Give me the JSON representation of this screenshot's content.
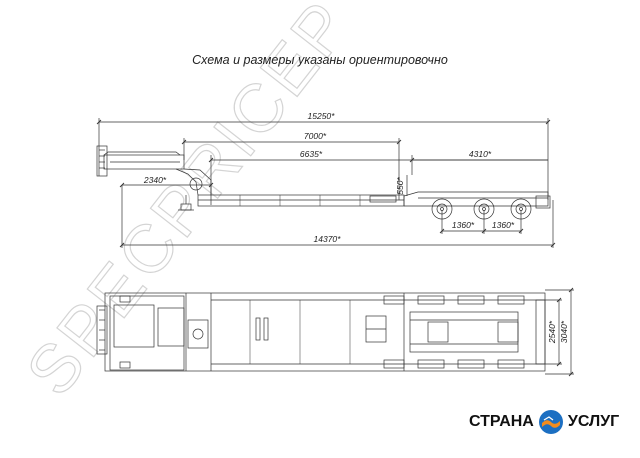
{
  "caption": "Схема и размеры указаны ориентировочно",
  "watermark": "SPECPRICEP",
  "dimensions": {
    "overall_top": "15250*",
    "deck_length": "7000*",
    "platform": "6635*",
    "rear_section": "4310*",
    "gooseneck": "2340*",
    "deck_height": "550*",
    "axle_spacing_1": "1360*",
    "axle_spacing_2": "1360*",
    "overall_bottom": "14370*",
    "inner_width": "2540*",
    "outer_width": "3040*"
  },
  "logo": {
    "left_word": "СТРАНА",
    "right_word": "УСЛУГ"
  },
  "colors": {
    "line": "#333333",
    "watermark": "#d4d4d4",
    "logo_blue": "#1c6fc2",
    "logo_orange": "#f28c1e"
  }
}
